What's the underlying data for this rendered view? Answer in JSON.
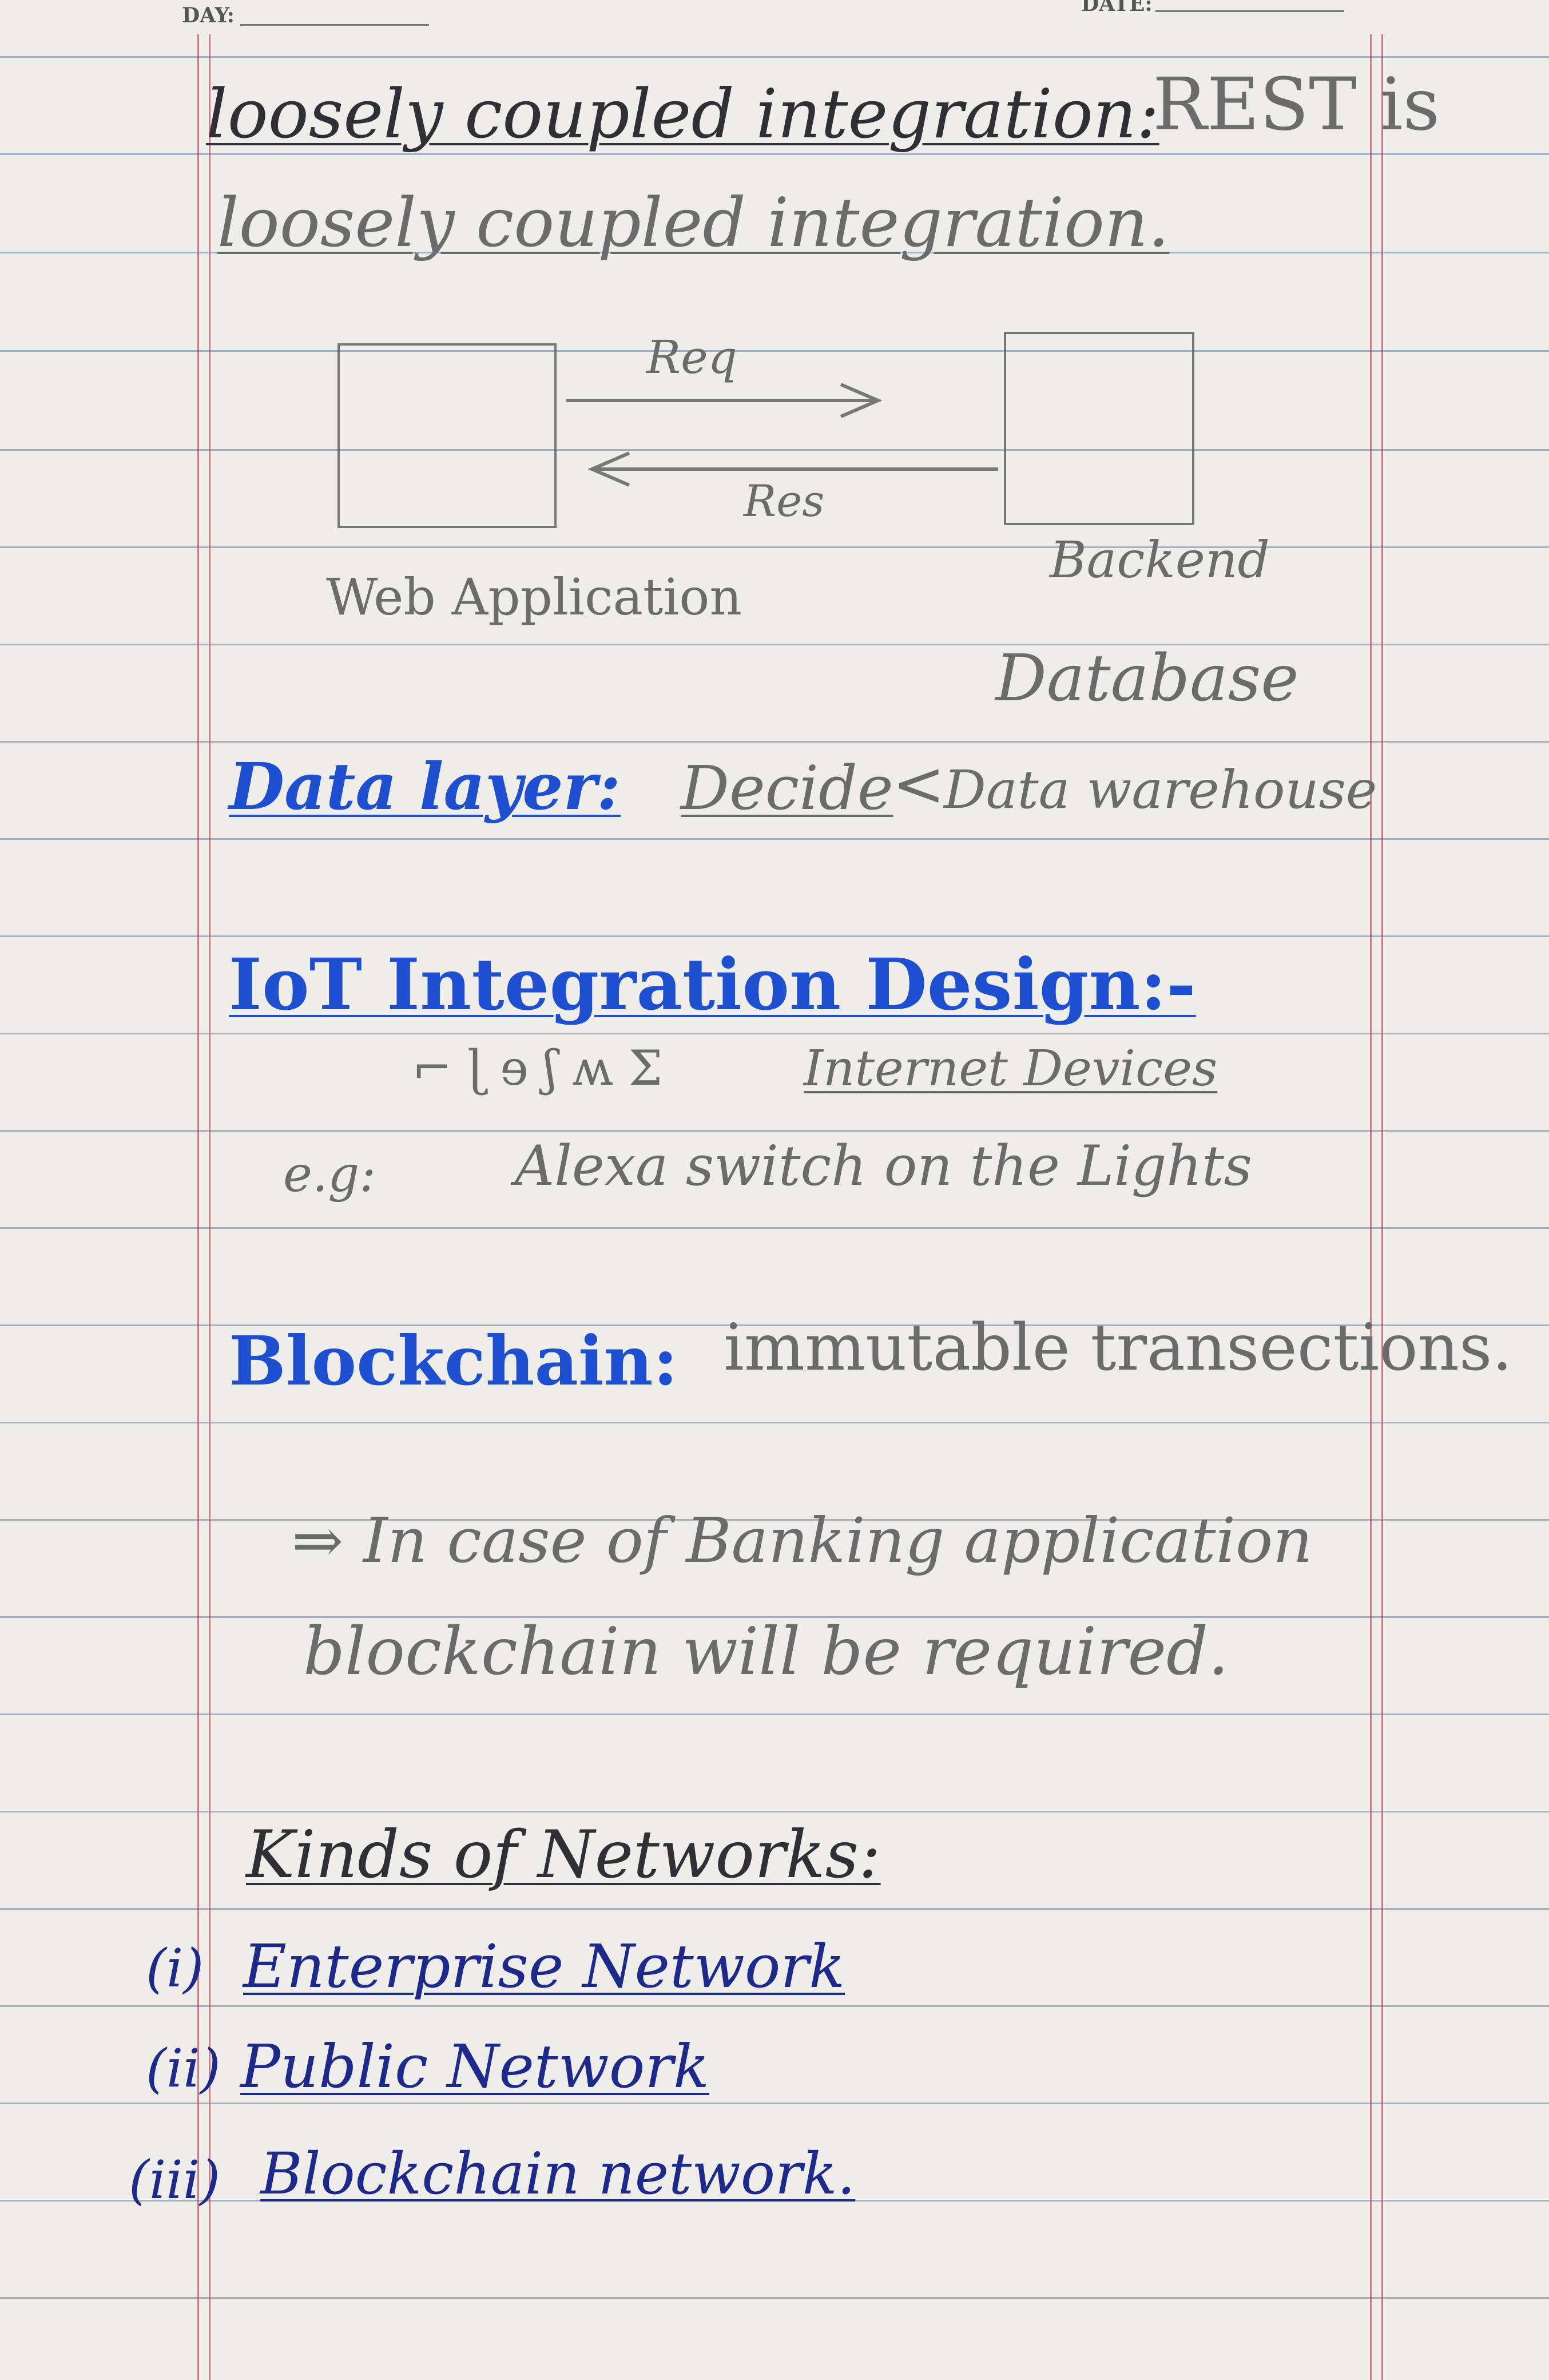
{
  "header": {
    "day_label": "DAY:",
    "date_label": "DATE:"
  },
  "colors": {
    "pencil": "#6b6b6b",
    "ink_blue": "#1f4fd1",
    "ink_navy": "#1d2a8c",
    "margin_red": "#e0445a",
    "rule_blue": "#5e7fa6"
  },
  "sections": {
    "loose": {
      "heading": "loosely coupled integration:",
      "line1_tail": "REST is",
      "line2": "loosely coupled integration.",
      "diagram": {
        "req_label": "Req",
        "res_label": "Res",
        "left_box_label": "Web Application",
        "right_box_label_1": "Backend",
        "right_box_label_2": "Database"
      }
    },
    "data_layer": {
      "heading": "Data layer:",
      "text": "Decide",
      "branch": "Data warehouse"
    },
    "iot": {
      "heading": "IoT Integration Design:-",
      "devices_note": "Internet Devices",
      "example_prefix": "e.g:",
      "example_text": "Alexa switch on the Lights"
    },
    "blockchain": {
      "heading": "Blockchain:",
      "text": "immutable transections.",
      "note_line1": "⇒ In case of Banking application",
      "note_line2": "blockchain will be required."
    },
    "networks": {
      "heading": "Kinds of Networks:",
      "items": [
        {
          "num": "(i)",
          "label": "Enterprise Network"
        },
        {
          "num": "(ii)",
          "label": "Public Network"
        },
        {
          "num": "(iii)",
          "label": "Blockchain network."
        }
      ]
    }
  }
}
